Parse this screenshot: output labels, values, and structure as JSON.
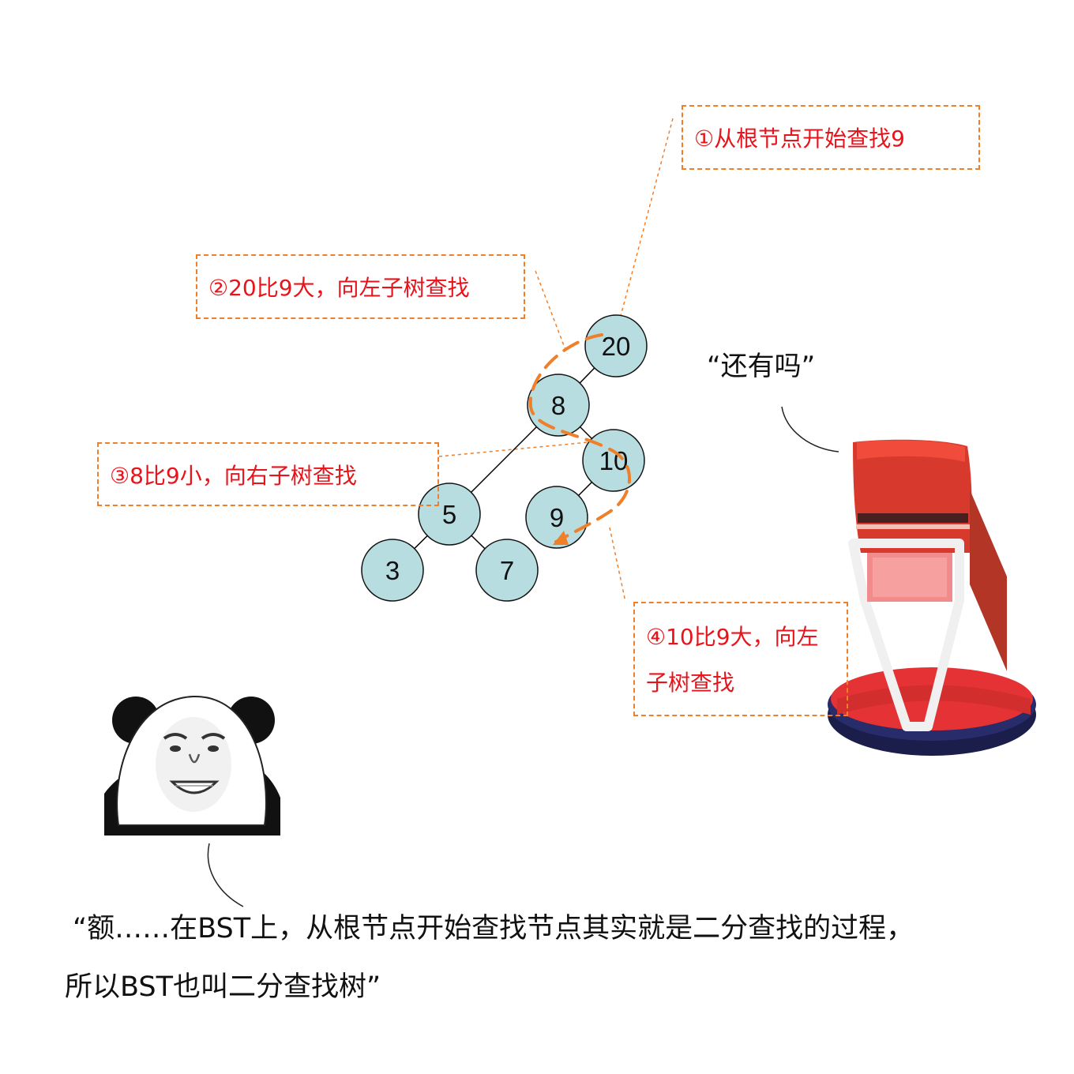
{
  "tree": {
    "nodes": [
      {
        "id": "n20",
        "label": "20"
      },
      {
        "id": "n8",
        "label": "8"
      },
      {
        "id": "n10",
        "label": "10"
      },
      {
        "id": "n5",
        "label": "5"
      },
      {
        "id": "n9",
        "label": "9"
      },
      {
        "id": "n3",
        "label": "3"
      },
      {
        "id": "n7",
        "label": "7"
      }
    ],
    "edges": [
      [
        "n20",
        "n8"
      ],
      [
        "n8",
        "n5"
      ],
      [
        "n8",
        "n10"
      ],
      [
        "n10",
        "n9"
      ],
      [
        "n5",
        "n3"
      ],
      [
        "n5",
        "n7"
      ]
    ],
    "node_fill": "#b8dde0",
    "edge_color": "#000000",
    "search_path_color": "#f07f2a"
  },
  "callouts": {
    "step1": "①从根节点开始查找9",
    "step2": "②20比9大，向左子树查找",
    "step3": "③8比9小，向右子树查找",
    "step4_line1": "④10比9大，向左",
    "step4_line2": "子树查找",
    "border_color": "#f07f2a",
    "text_color": "#e8141b"
  },
  "speech": {
    "chair_quote": "“还有吗”",
    "panda_quote_line1": "“额……在BST上，从根节点开始查找节点其实就是二分查找的过程，",
    "panda_quote_line2": "所以BST也叫二分查找树”"
  },
  "illustrations": {
    "panda": "panda-meme-icon",
    "chair": "red-judge-chair-icon"
  }
}
